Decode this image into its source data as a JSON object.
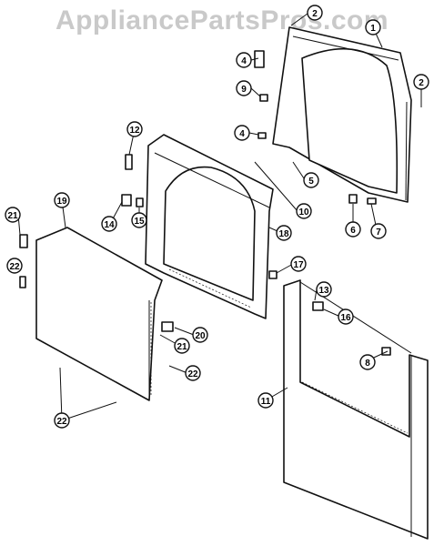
{
  "watermark": "AppliancePartsPros.com",
  "callouts": [
    "1",
    "2",
    "2",
    "4",
    "9",
    "4",
    "5",
    "6",
    "7",
    "10",
    "12",
    "14",
    "15",
    "18",
    "17",
    "19",
    "21",
    "22",
    "13",
    "16",
    "20",
    "21",
    "22",
    "8",
    "11",
    "22"
  ]
}
